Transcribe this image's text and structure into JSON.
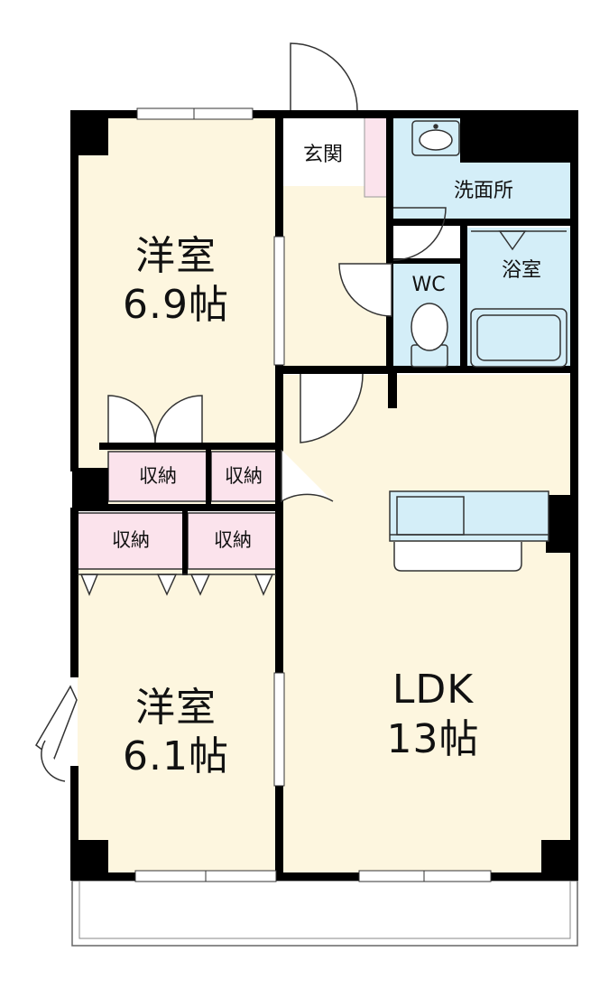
{
  "rooms": {
    "western1": {
      "name": "洋室",
      "size": "6.9帖",
      "fill": "#FDF6DF"
    },
    "western2": {
      "name": "洋室",
      "size": "6.1帖",
      "fill": "#FDF6DF"
    },
    "ldk": {
      "name": "LDK",
      "size": "13帖",
      "fill": "#FDF6DF"
    },
    "entrance": {
      "name": "玄関",
      "fill": "#FFFFFF"
    },
    "washroom": {
      "name": "洗面所",
      "fill": "#D4EEF8"
    },
    "bathroom": {
      "name": "浴室",
      "fill": "#D4EEF8"
    },
    "wc": {
      "name": "WC",
      "fill": "#D4EEF8"
    }
  },
  "closets": {
    "label": "収納",
    "fill": "#FBE3EC",
    "items": [
      "収納",
      "収納",
      "収納",
      "収納"
    ]
  },
  "colors": {
    "wall": "#000000",
    "floor": "#FDF6DF",
    "wet_area": "#D4EEF8",
    "storage": "#FBE3EC",
    "fixture": "#D4EEF8",
    "line": "#333333"
  }
}
